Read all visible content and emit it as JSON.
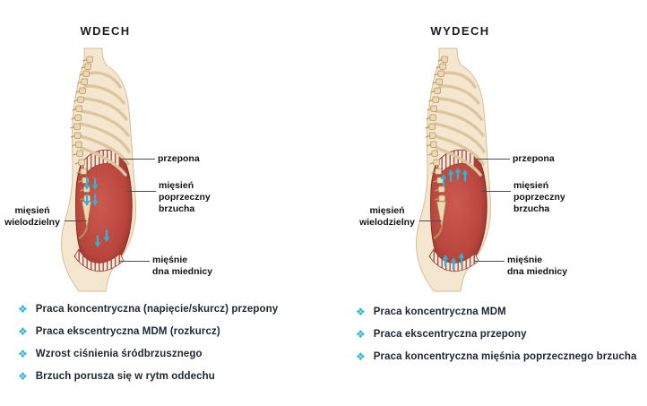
{
  "colors": {
    "accent": "#2fb3d9",
    "muscle": "#b8463d"
  },
  "bullet_icon": "❖",
  "panels": [
    {
      "title": "WDECH",
      "labels": {
        "przepona": "przepona",
        "poprzeczny": "mięsień\npoprzeczny\nbrzucha",
        "wielodzielny": "mięsień\nwielodzielny",
        "miednicy": "mięśnie\ndna miednicy"
      },
      "bullets": [
        "Praca koncentryczna (napięcie/skurcz) przepony",
        "Praca ekscentryczna MDM (rozkurcz)",
        "Wzrost ciśnienia śródbrzusznego",
        "Brzuch porusza się w rytm oddechu"
      ]
    },
    {
      "title": "WYDECH",
      "labels": {
        "przepona": "przepona",
        "poprzeczny": "mięsień\npoprzeczny\nbrzucha",
        "wielodzielny": "mięsień\nwielodzielny",
        "miednicy": "mięśnie\ndna miednicy"
      },
      "bullets": [
        "Praca koncentryczna MDM",
        "Praca ekscentryczna przepony",
        "Praca koncentryczna mięśnia poprzecznego brzucha"
      ]
    }
  ]
}
